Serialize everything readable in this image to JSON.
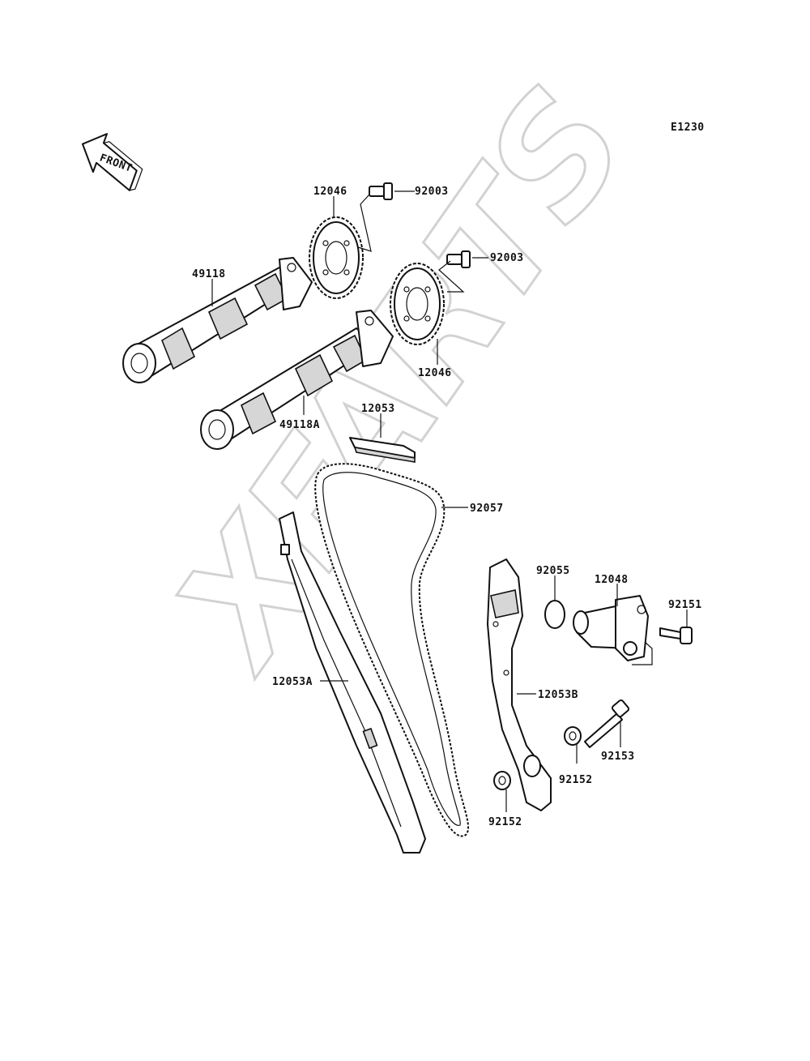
{
  "diagram": {
    "ref_code": "E1230",
    "front_arrow_label": "FRONT",
    "watermark": "XFARTS",
    "colors": {
      "ink": "#111111",
      "shade": "#d6d6d6",
      "watermark": "#d2d2d2"
    },
    "parts": {
      "sprocket_upper": "12046",
      "sprocket_lower": "12046",
      "bolt_upper": "92003",
      "bolt_lower": "92003",
      "camshaft_intake": "49118",
      "camshaft_exhaust": "49118A",
      "chain_guide_top": "12053",
      "cam_chain": "92057",
      "chain_guide_front": "12053A",
      "chain_guide_rear": "12053B",
      "o_ring": "92055",
      "tensioner": "12048",
      "tensioner_bolt": "92151",
      "guide_bolt": "92153",
      "collar_upper": "92152",
      "collar_lower": "92152"
    }
  }
}
